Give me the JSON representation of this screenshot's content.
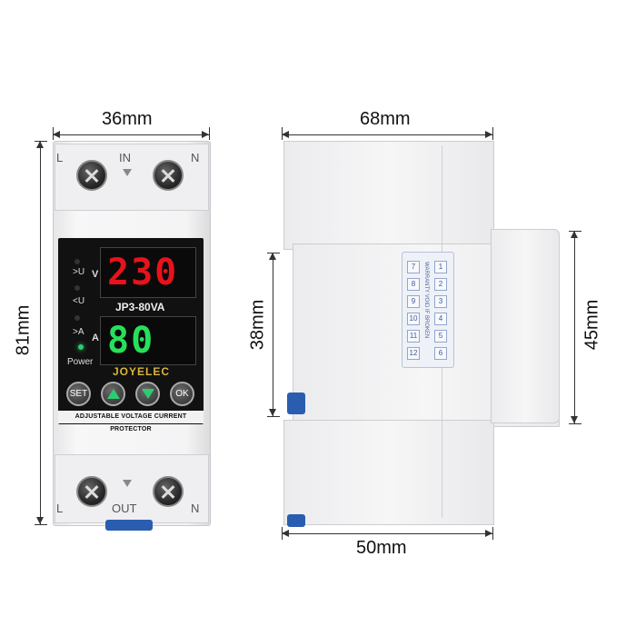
{
  "dimensions": {
    "front_width": "36mm",
    "front_height": "81mm",
    "side_width": "68mm",
    "side_inner_height": "38mm",
    "side_rail_height": "45mm",
    "side_base_width": "50mm"
  },
  "front": {
    "top_left": "L",
    "top_center": "IN",
    "top_right": "N",
    "bottom_left": "L",
    "bottom_center": "OUT",
    "bottom_right": "N",
    "voltage_display": "230",
    "current_display": "80",
    "model": "JP3-80VA",
    "brand": "JOYELEC",
    "labels": {
      "over_u": ">U",
      "under_u": "<U",
      "over_a": ">A",
      "power": "Power",
      "v_unit": "V",
      "a_unit": "A"
    },
    "buttons": {
      "set": "SET",
      "ok": "OK"
    },
    "strip": "ADJUSTABLE VOLTAGE CURRENT PROTECTOR",
    "colors": {
      "voltage": "#e8121b",
      "current": "#27e05a",
      "body": "#f4f4f5",
      "clip": "#2a5db0"
    }
  },
  "side": {
    "sticker_text": "WARRANTY VOID IF BROKEN",
    "sticker_numbers": [
      "1",
      "2",
      "3",
      "4",
      "5",
      "6",
      "7",
      "8",
      "9",
      "10",
      "11",
      "12"
    ]
  }
}
